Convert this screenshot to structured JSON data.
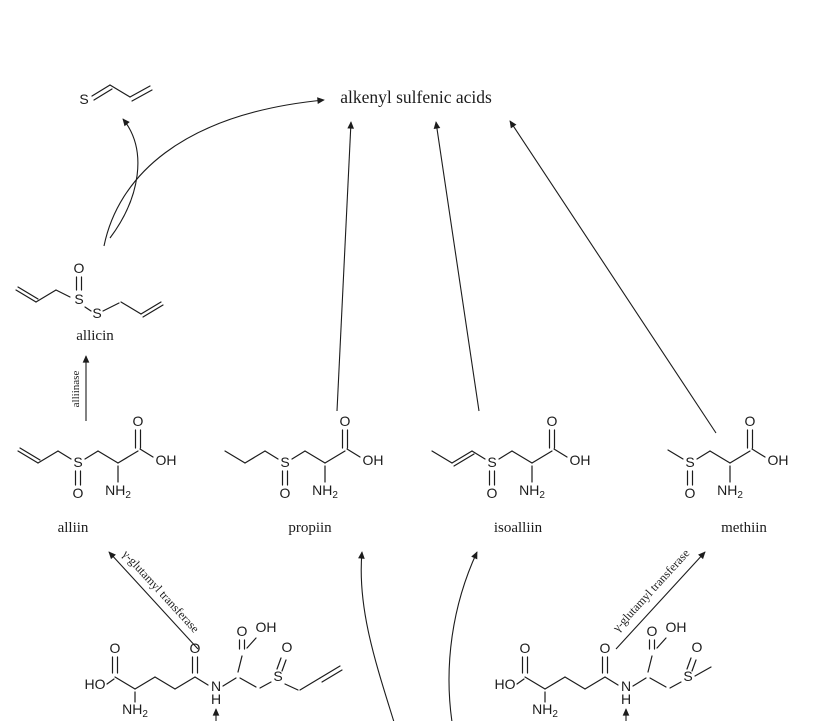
{
  "headline": {
    "text": "alkenyl sulfenic acids"
  },
  "compounds": {
    "allicin": "allicin",
    "alliin": "alliin",
    "propiin": "propiin",
    "isoalliin": "isoalliin",
    "methiin": "methiin"
  },
  "enzymes": {
    "alliinase": "alliinase",
    "glutamyl_transferase": "γ-glutamyl transferase"
  },
  "atoms": {
    "S": "S",
    "O": "O",
    "OH": "OH",
    "HO": "HO",
    "N": "N",
    "H": "H",
    "NH": "NH",
    "sub2": "2"
  },
  "colors": {
    "ink": "#1c1c1c",
    "background": "#ffffff"
  }
}
